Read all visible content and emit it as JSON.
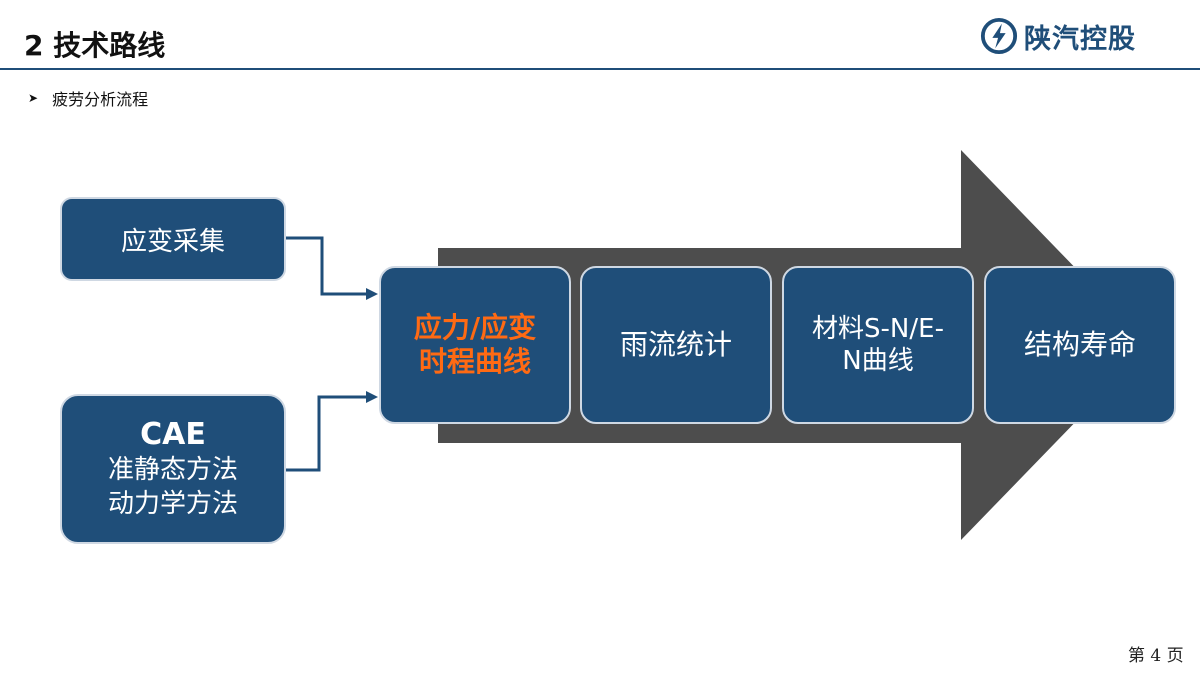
{
  "header": {
    "title": "2 技术路线",
    "logo_text": "陕汽控股",
    "brand_color": "#1f4e79"
  },
  "subtitle": {
    "bullet_icon": "arrowhead-bullet-icon",
    "text": "疲劳分析流程"
  },
  "inputs": {
    "strain_collection": "应变采集",
    "cae": {
      "title": "CAE",
      "line1": "准静态方法",
      "line2": "动力学方法"
    }
  },
  "steps": [
    {
      "line1": "应力/应变",
      "line2": "时程曲线",
      "color": "#ff6a13"
    },
    {
      "line1": "雨流统计",
      "line2": ""
    },
    {
      "line1": "材料S-N/E-",
      "line2": "N曲线"
    },
    {
      "line1": "结构寿命",
      "line2": ""
    }
  ],
  "colors": {
    "box_fill": "#1f4e79",
    "box_border": "#cfd8e3",
    "big_arrow": "#4d4d4d",
    "connector": "#1f4e79"
  },
  "footer": {
    "page_label": "第 4 页"
  }
}
